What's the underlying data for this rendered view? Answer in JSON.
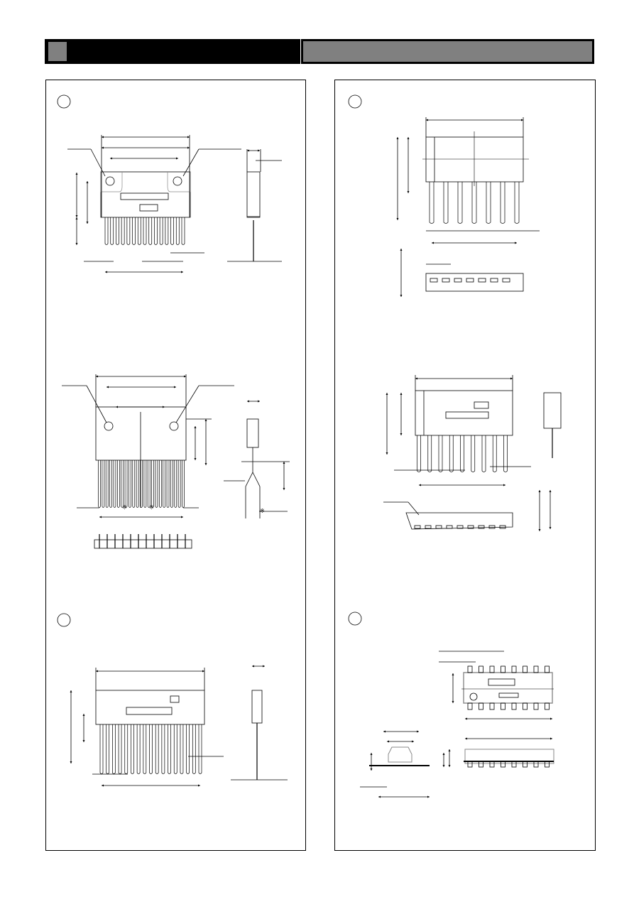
{
  "colors": {
    "header_dark": "#000000",
    "header_light": "#808080",
    "line": "#000000",
    "gray_line": "#888888"
  },
  "sections": [
    {
      "id": "package-1",
      "pins": 15
    },
    {
      "id": "package-2",
      "pins": 23
    },
    {
      "id": "package-3",
      "pins": 17
    },
    {
      "id": "package-4",
      "pins": 7
    },
    {
      "id": "package-5",
      "pins": 9
    },
    {
      "id": "package-6",
      "pins_per_side": 8
    }
  ]
}
